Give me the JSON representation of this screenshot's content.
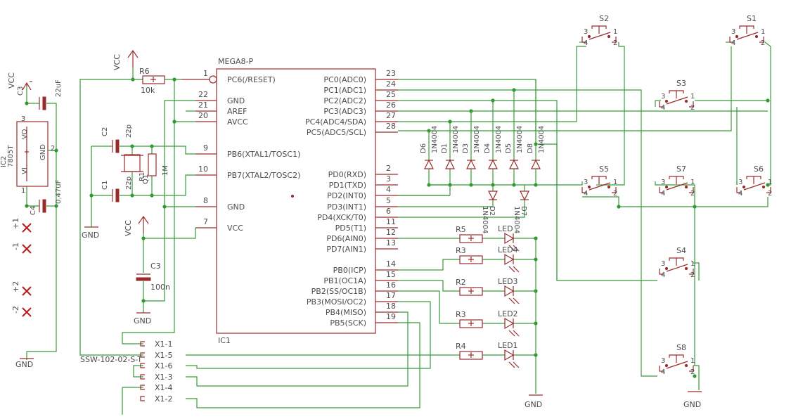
{
  "ic1": {
    "part": "MEGA8-P",
    "name": "IC1",
    "left_pins": [
      {
        "num": "1",
        "label": "PC6(/RESET)"
      },
      {
        "num": "22",
        "label": "GND"
      },
      {
        "num": "21",
        "label": "AREF"
      },
      {
        "num": "20",
        "label": "AVCC"
      },
      {
        "num": "9",
        "label": "PB6(XTAL1/TOSC1)"
      },
      {
        "num": "10",
        "label": "PB7(XTAL2/TOSC2)"
      },
      {
        "num": "8",
        "label": "GND"
      },
      {
        "num": "7",
        "label": "VCC"
      }
    ],
    "right_pins": [
      {
        "num": "23",
        "label": "PC0(ADC0)"
      },
      {
        "num": "24",
        "label": "PC1(ADC1)"
      },
      {
        "num": "25",
        "label": "PC2(ADC2)"
      },
      {
        "num": "26",
        "label": "PC3(ADC3)"
      },
      {
        "num": "27",
        "label": "PC4(ADC4/SDA)"
      },
      {
        "num": "28",
        "label": "PC5(ADC5/SCL)"
      },
      {
        "num": "2",
        "label": "PD0(RXD)"
      },
      {
        "num": "3",
        "label": "PD1(TXD)"
      },
      {
        "num": "4",
        "label": "PD2(INT0)"
      },
      {
        "num": "5",
        "label": "PD3(INT1)"
      },
      {
        "num": "6",
        "label": "PD4(XCK/T0)"
      },
      {
        "num": "11",
        "label": "PD5(T1)"
      },
      {
        "num": "12",
        "label": "PD6(AIN0)"
      },
      {
        "num": "13",
        "label": "PD7(AIN1)"
      },
      {
        "num": "14",
        "label": "PB0(ICP)"
      },
      {
        "num": "15",
        "label": "PB1(OC1A)"
      },
      {
        "num": "16",
        "label": "PB2(SS/OC1B)"
      },
      {
        "num": "17",
        "label": "PB3(MOSI/OC2)"
      },
      {
        "num": "18",
        "label": "PB4(MISO)"
      },
      {
        "num": "19",
        "label": "PB5(SCK)"
      }
    ]
  },
  "regulator": {
    "name": "IC2",
    "part": "7805T",
    "vi": "VI",
    "vo": "VO",
    "gnd": "GND",
    "pin1": "1",
    "pin2": "2",
    "pin3": "3"
  },
  "caps": {
    "c3_top": {
      "name": "C3",
      "value": "22uF"
    },
    "c4": {
      "name": "C4",
      "value": "0.47uF"
    },
    "c2": {
      "name": "C2",
      "value": "22p"
    },
    "c1": {
      "name": "C1",
      "value": "22p"
    },
    "c3_mid": {
      "name": "C3",
      "value": "100n"
    }
  },
  "crystal": {
    "name": "Q1",
    "resistor_name": "R1",
    "resistor_value": "1M"
  },
  "r6": {
    "name": "R6",
    "value": "10k"
  },
  "power": {
    "vcc": "VCC",
    "gnd": "GND"
  },
  "supply_terminals": [
    "+1",
    "-1",
    "+2",
    "-2"
  ],
  "diodes": [
    {
      "name": "D6",
      "part": "1N4004"
    },
    {
      "name": "D1",
      "part": "1N4004"
    },
    {
      "name": "D3",
      "part": "1N4004"
    },
    {
      "name": "D4",
      "part": "1N4004"
    },
    {
      "name": "D5",
      "part": "1N4004"
    },
    {
      "name": "D8",
      "part": "1N4004"
    },
    {
      "name": "D2",
      "part": "1N4004"
    },
    {
      "name": "D7",
      "part": "1N4004"
    }
  ],
  "led_rows": [
    {
      "r": "R5",
      "led": "LED"
    },
    {
      "r": "R3",
      "led": "LED4"
    },
    {
      "r": "R2",
      "led": "LED3"
    },
    {
      "r": "R3",
      "led": "LED2"
    },
    {
      "r": "R4",
      "led": "LED1"
    }
  ],
  "switches": [
    "S2",
    "S1",
    "S3",
    "S5",
    "S7",
    "S6",
    "S4",
    "S8"
  ],
  "switch_pins": [
    "1",
    "2",
    "3",
    "4"
  ],
  "connector": {
    "name": "SSW-102-02-S-T",
    "pins": [
      "X1-1",
      "X1-5",
      "X1-6",
      "X1-3",
      "X1-4",
      "X1-2"
    ]
  }
}
